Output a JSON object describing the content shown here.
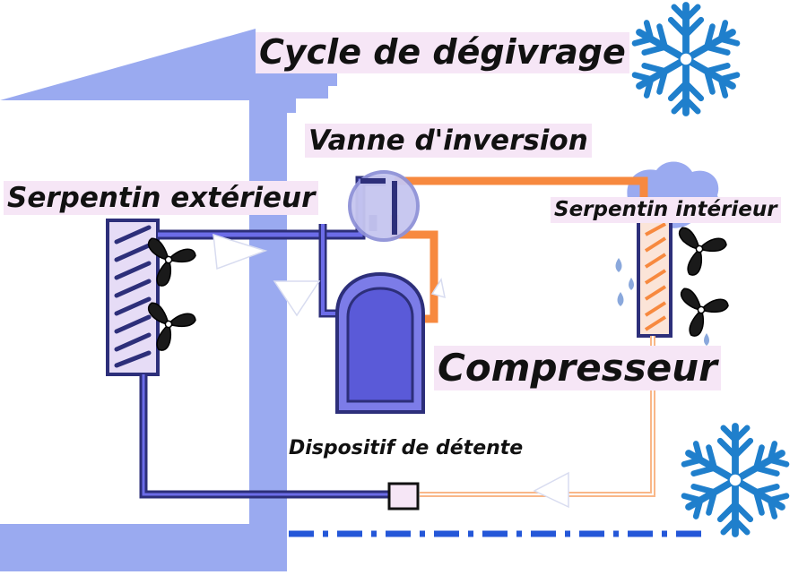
{
  "labels": {
    "title": "Cycle de dégivrage",
    "reversing_valve": "Vanne d'inversion",
    "outdoor_coil": "Serpentin extérieur",
    "indoor_coil": "Serpentin intérieur",
    "compressor": "Compresseur",
    "expansion_device": "Dispositif de détente"
  },
  "colors": {
    "house": "#9aaaf0",
    "cold_line": "#2d2f7a",
    "cold_line_light": "#6c6ce8",
    "hot_line": "#f7893f",
    "hot_line_light": "#f9b788",
    "coil_fill": "#e6dcf6",
    "snowflake": "#1f7fcc",
    "label_bg": "#f6e6f6",
    "dash_line": "#2457d8"
  },
  "icons": [
    "snowflake-icon",
    "fan-icon",
    "arrow-icon",
    "cloud-icon",
    "water-drop-icon"
  ]
}
